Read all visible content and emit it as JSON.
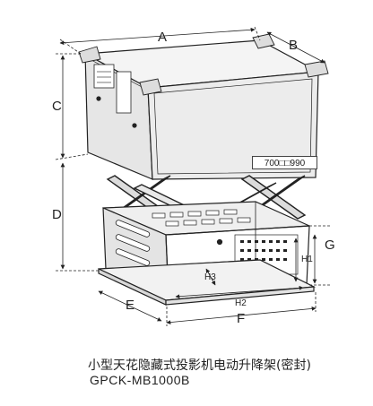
{
  "dimensions": {
    "A": "A",
    "B": "B",
    "C": "C",
    "D": "D",
    "E": "E",
    "F": "F",
    "G": "G",
    "H1": "H1",
    "H2": "H2",
    "H3": "H3"
  },
  "size_tag": "700□□990",
  "caption": {
    "title": "小型天花隐藏式投影机电动升降架(密封)",
    "model": "GPCK-MB1000B"
  }
}
